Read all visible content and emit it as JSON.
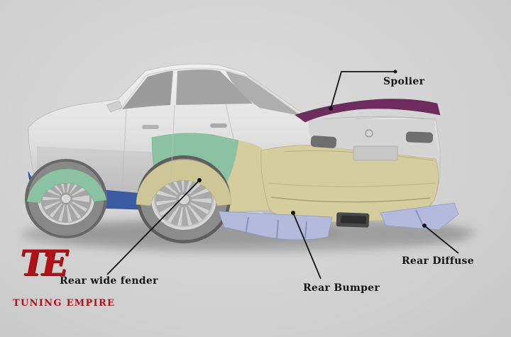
{
  "annotations": {
    "spoiler": {
      "label": "Spolier"
    },
    "rear_diffuser": {
      "label": "Rear Diffuse"
    },
    "rear_bumper": {
      "label": "Rear Bumper"
    },
    "rear_wide_fender": {
      "label": "Rear wide fender"
    }
  },
  "logo": {
    "monogram": "TE",
    "name": "TUNING EMPIRE",
    "color": "#b01218"
  },
  "colors": {
    "background": "#d6d6d6",
    "spoiler_highlight": "#6d2c5d",
    "bumper_highlight": "#d5cd9d",
    "fender_flare_highlight": "#cfc697",
    "side_panel_highlight": "#8cc2a4",
    "front_arch_highlight": "#8cc2a4",
    "side_skirt_highlight": "#3a5aa3",
    "diffuser_highlight": "#b3badb",
    "callout_line": "#151515"
  }
}
